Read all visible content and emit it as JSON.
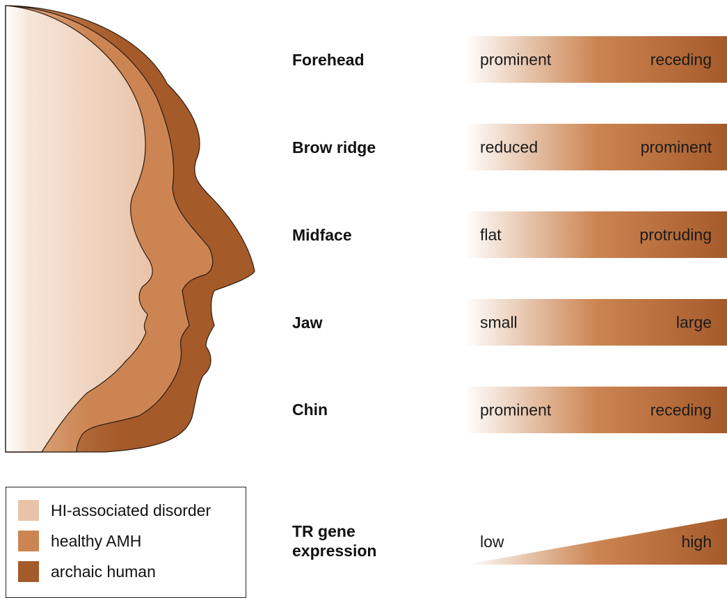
{
  "colors": {
    "light": "#e9c3a8",
    "medium": "#cc8552",
    "dark": "#a55a2a",
    "white": "#ffffff"
  },
  "profiles": [
    {
      "name": "HI-associated disorder",
      "color": "#e9c3a8"
    },
    {
      "name": "healthy AMH",
      "color": "#cc8552"
    },
    {
      "name": "archaic human",
      "color": "#a55a2a"
    }
  ],
  "rows": [
    {
      "label": "Forehead",
      "left": "prominent",
      "right": "receding"
    },
    {
      "label": "Brow ridge",
      "left": "reduced",
      "right": "prominent"
    },
    {
      "label": "Midface",
      "left": "flat",
      "right": "protruding"
    },
    {
      "label": "Jaw",
      "left": "small",
      "right": "large"
    },
    {
      "label": "Chin",
      "left": "prominent",
      "right": "receding"
    }
  ],
  "legend": {
    "items": [
      {
        "label": "HI-associated disorder",
        "color": "#e9c3a8"
      },
      {
        "label": "healthy AMH",
        "color": "#cc8552"
      },
      {
        "label": "archaic human",
        "color": "#a55a2a"
      }
    ]
  },
  "tr_gene": {
    "label_line1": "TR gene",
    "label_line2": "expression",
    "low": "low",
    "high": "high"
  }
}
